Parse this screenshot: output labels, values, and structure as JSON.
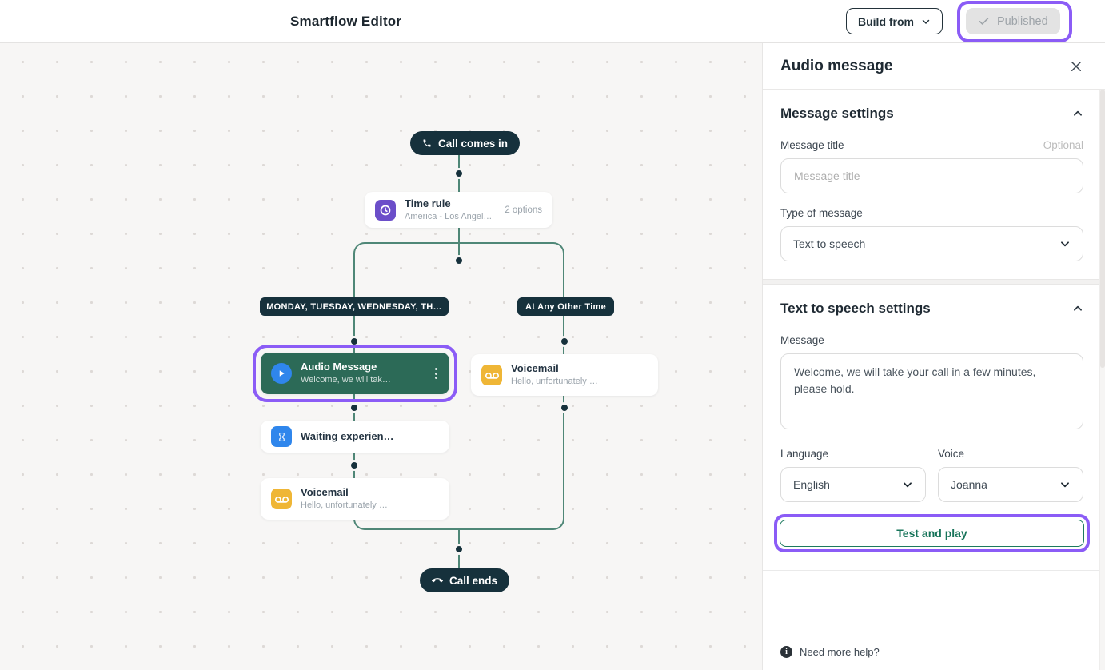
{
  "header": {
    "title": "Smartflow Editor",
    "build_from": {
      "label": "Build from"
    },
    "published": {
      "label": "Published"
    }
  },
  "flow": {
    "entry": {
      "label": "Call comes in"
    },
    "time_rule": {
      "title": "Time rule",
      "subtitle": "America - Los Angel…",
      "options_count": "2 options"
    },
    "branches": {
      "weekdays": {
        "label": "MONDAY, TUESDAY, WEDNESDAY, TH…"
      },
      "other": {
        "label": "At Any Other Time"
      }
    },
    "audio_message": {
      "title": "Audio Message",
      "subtitle": "Welcome, we will tak…"
    },
    "voicemail_other": {
      "title": "Voicemail",
      "subtitle": "Hello, unfortunately …"
    },
    "waiting": {
      "title": "Waiting experien…"
    },
    "voicemail_weekdays": {
      "title": "Voicemail",
      "subtitle": "Hello, unfortunately …"
    },
    "exit": {
      "label": "Call ends"
    }
  },
  "panel": {
    "title": "Audio message",
    "message_settings": {
      "heading": "Message settings",
      "message_title": {
        "label": "Message title",
        "hint": "Optional",
        "placeholder": "Message title"
      },
      "type_of_message": {
        "label": "Type of message",
        "value": "Text to speech"
      }
    },
    "tts_settings": {
      "heading": "Text to speech settings",
      "message": {
        "label": "Message",
        "value": "Welcome, we will take your call in a few minutes, please hold."
      },
      "language": {
        "label": "Language",
        "value": "English"
      },
      "voice": {
        "label": "Voice",
        "value": "Joanna"
      },
      "test_button_label": "Test and play"
    },
    "footer": {
      "help_label": "Need more help?"
    }
  },
  "colors": {
    "accent_purple": "#8B5CF6",
    "node_dark": "#16313C",
    "node_selected_green": "#2C6A57",
    "connector_teal": "#4F8777",
    "icon_blue": "#2F86EC",
    "icon_amber": "#EFB636",
    "icon_purple": "#6B4EC9",
    "button_green": "#17745A"
  }
}
